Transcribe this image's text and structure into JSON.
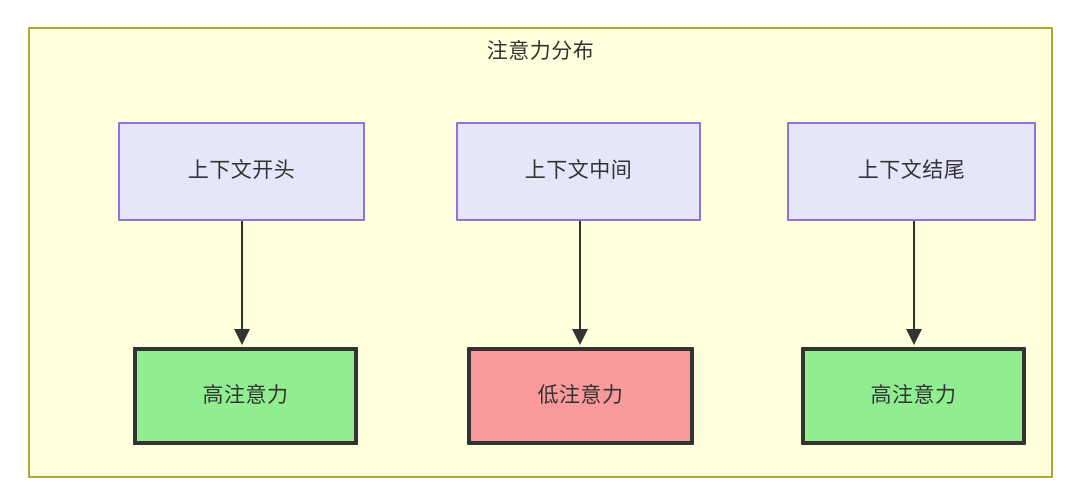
{
  "diagram": {
    "title": "注意力分布",
    "container": {
      "border_color": "#aaaa33",
      "fill_color": "#ffffde"
    },
    "context_nodes": [
      {
        "id": "context-start",
        "label": "上下文开头",
        "fill": "#e6e6fa",
        "border": "#9370db"
      },
      {
        "id": "context-middle",
        "label": "上下文中间",
        "fill": "#e6e6fa",
        "border": "#9370db"
      },
      {
        "id": "context-end",
        "label": "上下文结尾",
        "fill": "#e6e6fa",
        "border": "#9370db"
      }
    ],
    "attention_nodes": [
      {
        "id": "attention-high-start",
        "label": "高注意力",
        "fill": "#90ee90",
        "border": "#333333"
      },
      {
        "id": "attention-low-middle",
        "label": "低注意力",
        "fill": "#fa9a9a",
        "border": "#333333"
      },
      {
        "id": "attention-high-end",
        "label": "高注意力",
        "fill": "#90ee90",
        "border": "#333333"
      }
    ],
    "edges": [
      {
        "from": "上下文开头",
        "to": "高注意力",
        "label": ""
      },
      {
        "from": "上下文中间",
        "to": "低注意力",
        "label": ""
      },
      {
        "from": "上下文结尾",
        "to": "高注意力",
        "label": ""
      }
    ]
  }
}
